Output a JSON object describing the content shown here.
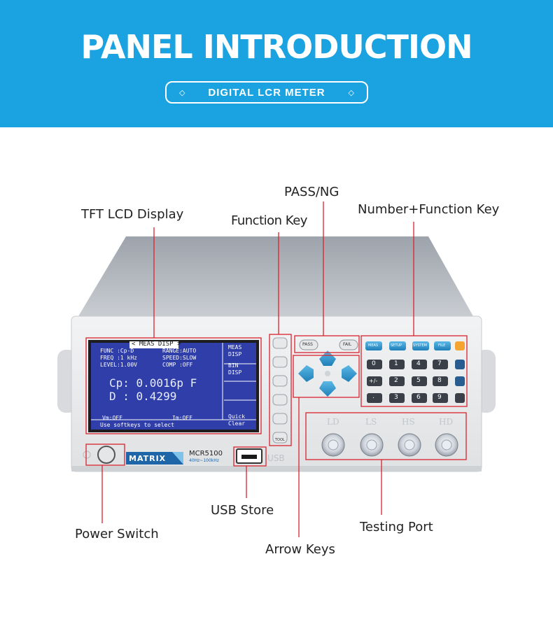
{
  "banner": {
    "title": "PANEL INTRODUCTION",
    "subtitle": "DIGITAL LCR METER",
    "diamond_left": "◇",
    "diamond_right": "◇"
  },
  "labels": {
    "pass_ng": "PASS/NG",
    "tft_lcd": "TFT LCD Display",
    "function_key": "Function Key",
    "number_function_key": "Number+Function Key",
    "usb_store": "USB Store",
    "testing_port": "Testing Port",
    "power_switch": "Power Switch",
    "arrow_keys": "Arrow Keys"
  },
  "lcd": {
    "header": "< MEAS DISP >",
    "func": "FUNC :Cp-D",
    "range": "RANGE:AUTO",
    "freq": "FREQ :1 kHz",
    "speed": "SPEED:SLOW",
    "level": "LEVEL:1.00V",
    "comp": "COMP :OFF",
    "primary": "Cp: 0.0016p F",
    "secondary": "D : 0.4299",
    "vm": "Vm:OFF",
    "im": "Im:OFF",
    "hint": "Use softkeys to select",
    "softkeys": [
      "MEAS DISP",
      "BIN DISP",
      "",
      "Quick Clear"
    ]
  },
  "device": {
    "brand": "MATRIX",
    "model": "MCR5100",
    "range": "40Hz~100kHz",
    "usb": "USB",
    "pass_button": "PASS",
    "fail_button": "FAIL",
    "tool_button": "TOOL",
    "function_keys": [
      "MEAS",
      "SETUP",
      "SYSTEM",
      "FILE"
    ],
    "ports": [
      "LD",
      "LS",
      "HS",
      "HD"
    ],
    "number_keys": [
      "0",
      "1",
      "4",
      "7",
      "+/-",
      "2",
      "5",
      "8",
      ".",
      "3",
      "6",
      "9"
    ]
  },
  "colors": {
    "banner": "#1aa3e0",
    "callout": "#d9232d",
    "lcd": "#2f3ea8",
    "key_blue": "#2d8ec6"
  }
}
